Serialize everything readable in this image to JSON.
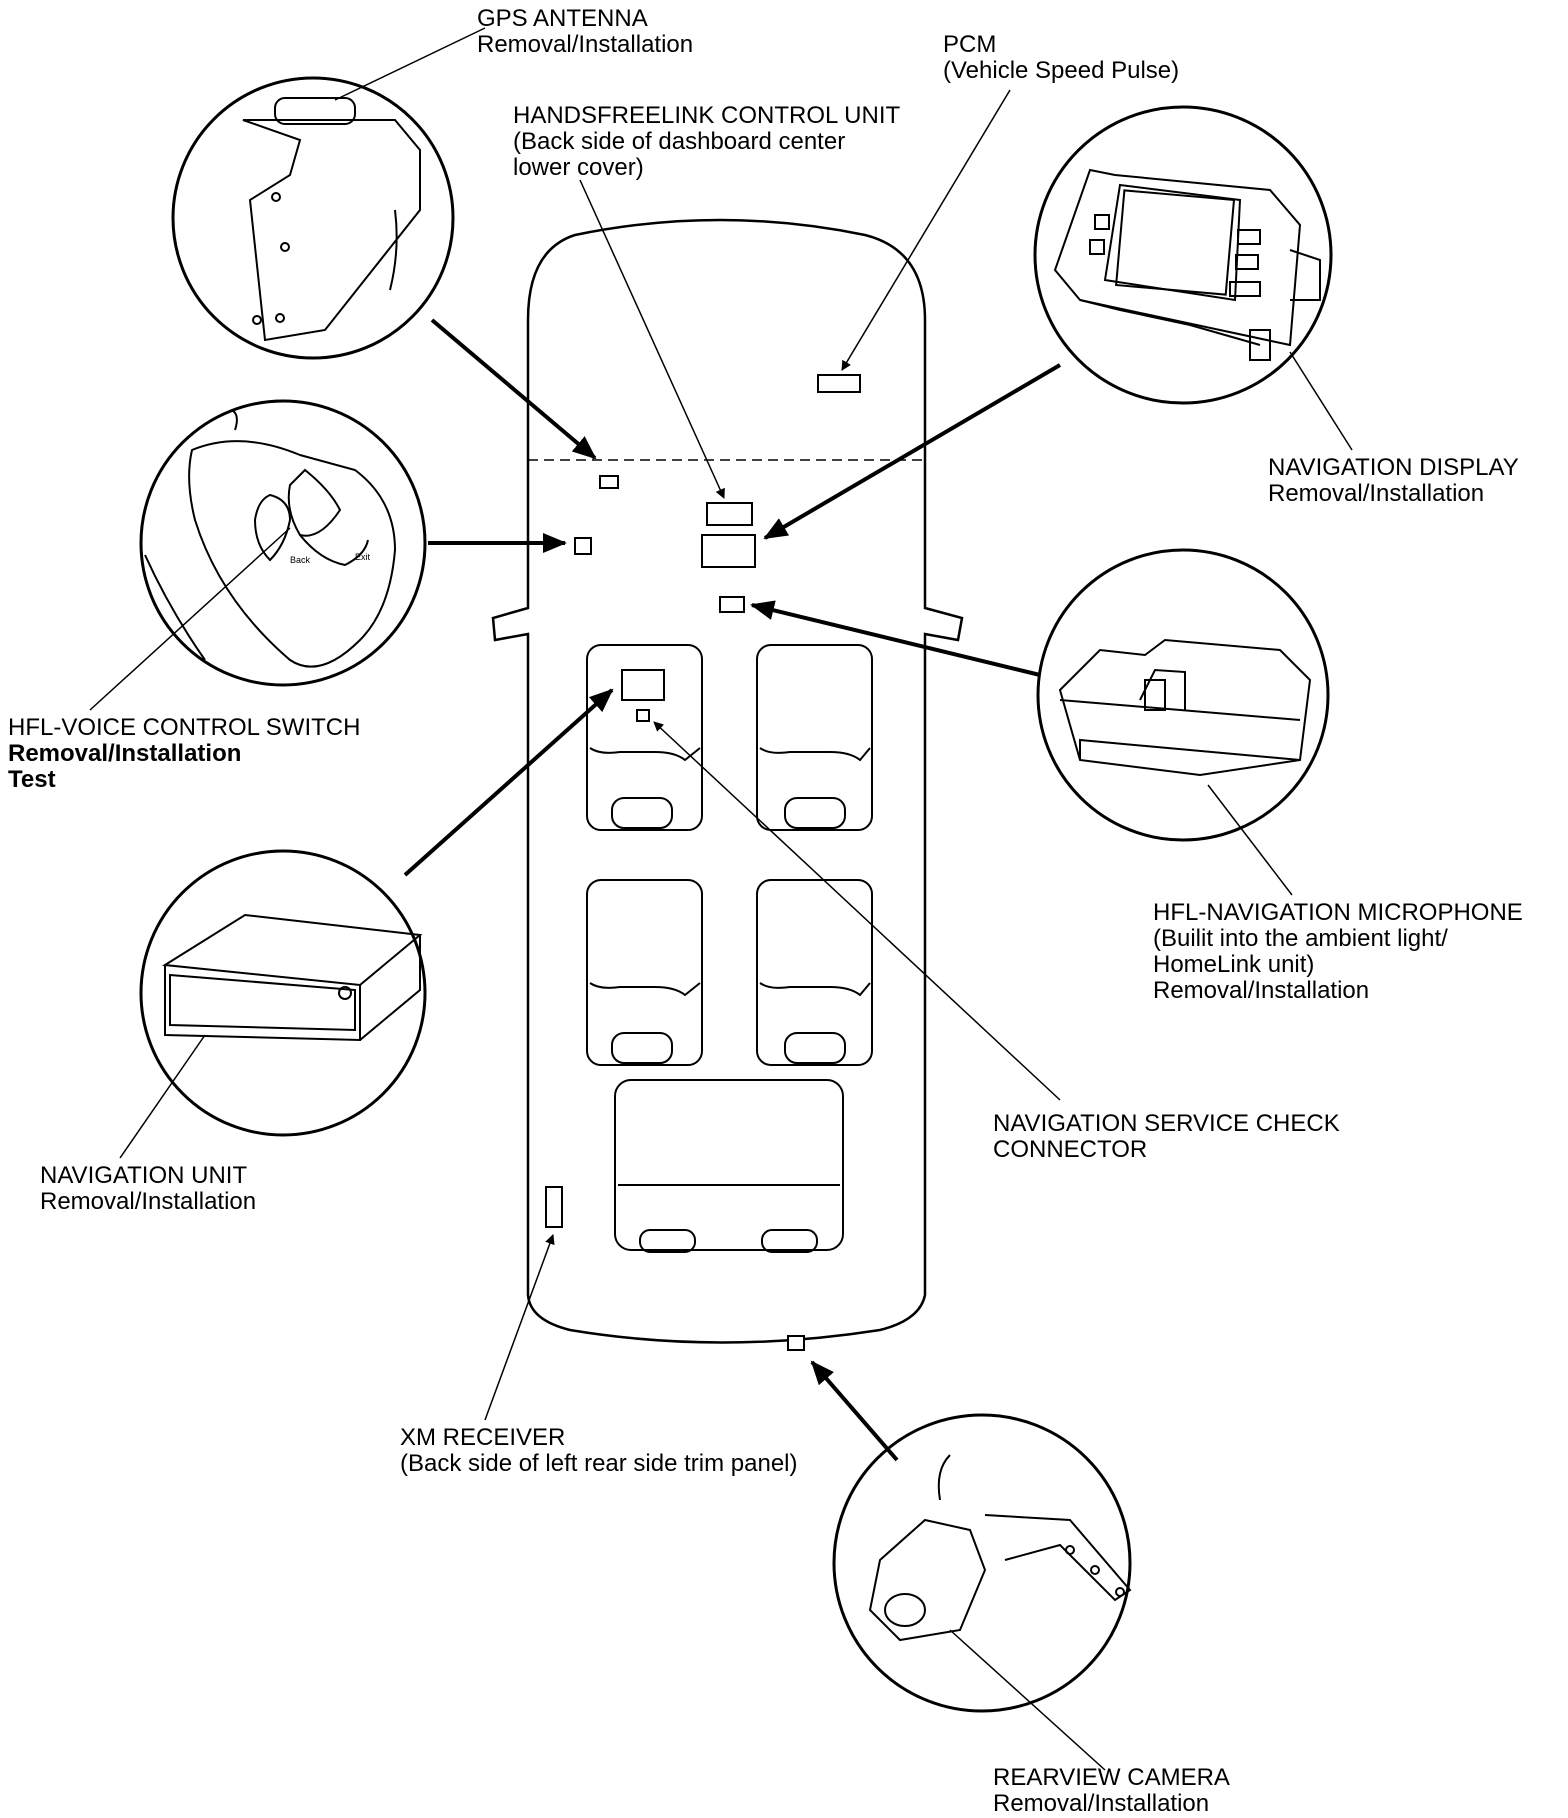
{
  "labels": {
    "gps_antenna": {
      "title": "GPS ANTENNA",
      "line2": "Removal/Installation"
    },
    "pcm": {
      "title": "PCM",
      "line2": "(Vehicle Speed Pulse)"
    },
    "handsfreelink": {
      "title": "HANDSFREELINK CONTROL UNIT",
      "line2": "(Back side of dashboard center",
      "line3": "lower cover)"
    },
    "nav_display": {
      "title": "NAVIGATION DISPLAY",
      "line2": "Removal/Installation"
    },
    "hfl_voice": {
      "title": "HFL-VOICE CONTROL SWITCH",
      "line2": "Removal/Installation",
      "line3": "Test"
    },
    "hfl_mic": {
      "title": "HFL-NAVIGATION MICROPHONE",
      "line2": "(Builit into the ambient light/",
      "line3": "HomeLink unit)",
      "line4": "Removal/Installation"
    },
    "nav_unit": {
      "title": "NAVIGATION UNIT",
      "line2": "Removal/Installation"
    },
    "nav_service": {
      "title": "NAVIGATION SERVICE CHECK",
      "line2": "CONNECTOR"
    },
    "xm_receiver": {
      "title": "XM RECEIVER",
      "line2": "(Back side of left rear side trim panel)"
    },
    "rearview_camera": {
      "title": "REARVIEW CAMERA",
      "line2": "Removal/Installation"
    }
  },
  "switch_text": {
    "back": "Back",
    "exit": "Exit"
  },
  "colors": {
    "ink": "#000000",
    "paper": "#ffffff"
  }
}
